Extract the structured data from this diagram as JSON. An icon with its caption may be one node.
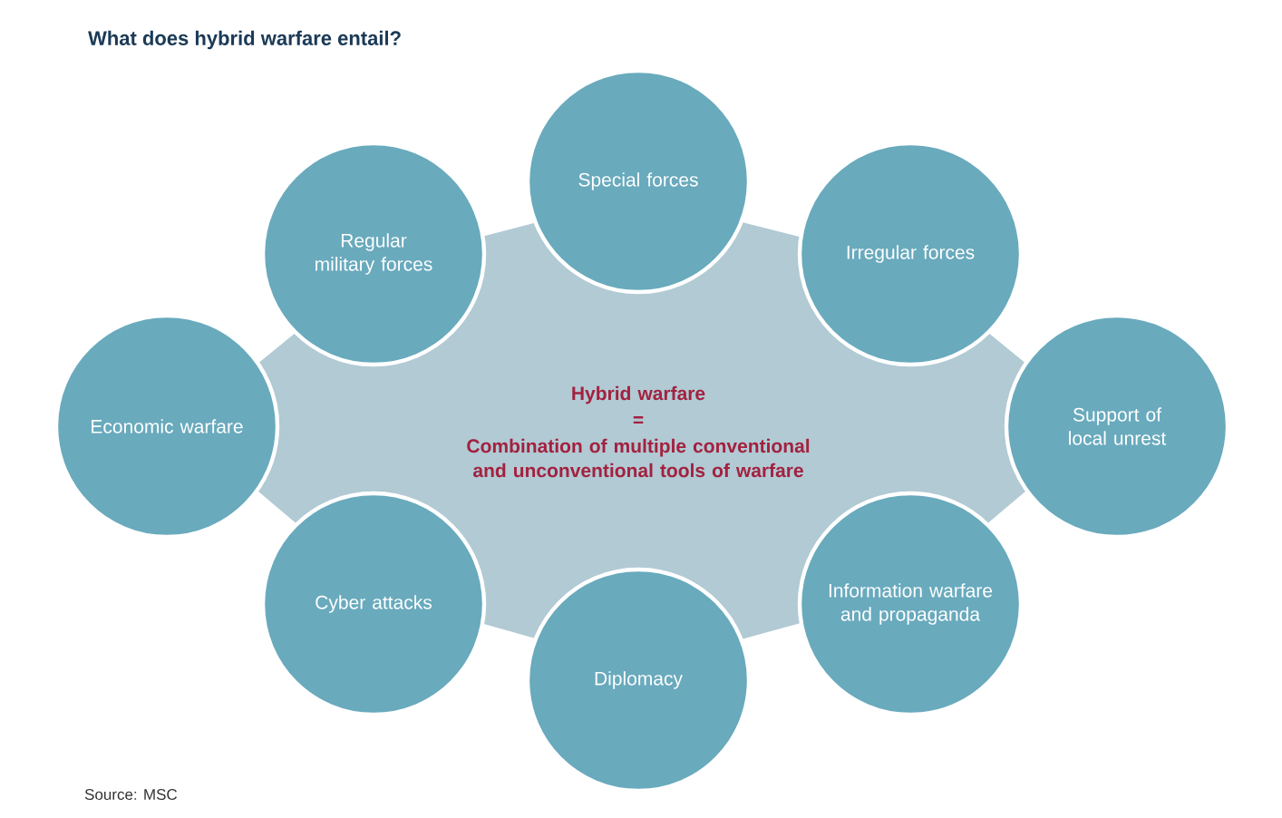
{
  "diagram": {
    "title": "What does hybrid warfare entail?",
    "caption": "Source: MSC",
    "nodes": [
      {
        "text": [
          "Hybrid warfare",
          "=",
          "Combination of multiple conventional and unconventional tools of warfare"
        ]
      },
      {
        "text": [
          "Special forces"
        ]
      },
      {
        "text": [
          "Regular military forces"
        ]
      },
      {
        "text": [
          "Irregular forces"
        ]
      },
      {
        "text": [
          "Economic warfare"
        ]
      },
      {
        "text": [
          "Support of local unrest"
        ]
      },
      {
        "text": [
          "Cyber attacks"
        ]
      },
      {
        "text": [
          "Information warfare and propaganda"
        ]
      },
      {
        "text": [
          "Diplomacy"
        ]
      }
    ],
    "edges": []
  }
}
